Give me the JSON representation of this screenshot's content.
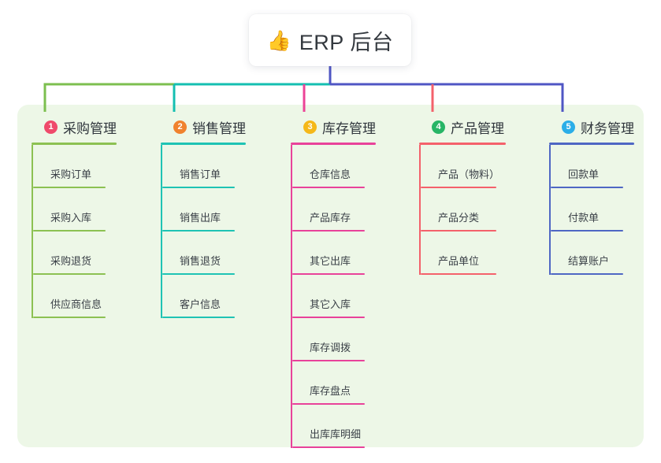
{
  "root": {
    "icon": "thumbs-up-emoji",
    "icon_glyph": "👍",
    "title": "ERP 后台"
  },
  "canvas": {
    "background_color": "#edf7e7"
  },
  "connector": {
    "stem_color": "#4f56c4",
    "bus_segments": [
      {
        "color": "#7cbf4f"
      },
      {
        "color": "#14bfb1"
      },
      {
        "color": "#4f56c4"
      }
    ]
  },
  "columns": [
    {
      "number": "1",
      "title": "采购管理",
      "badge_color": "#ef4a6b",
      "line_color": "#8cc152",
      "drop_color": "#7cbf4f",
      "items": [
        {
          "label": "采购订单"
        },
        {
          "label": "采购入库"
        },
        {
          "label": "采购退货"
        },
        {
          "label": "供应商信息"
        }
      ]
    },
    {
      "number": "2",
      "title": "销售管理",
      "badge_color": "#f0822e",
      "line_color": "#1fc3b4",
      "drop_color": "#14bfb1",
      "items": [
        {
          "label": "销售订单"
        },
        {
          "label": "销售出库"
        },
        {
          "label": "销售退货"
        },
        {
          "label": "客户信息"
        }
      ]
    },
    {
      "number": "3",
      "title": "库存管理",
      "badge_color": "#f5b819",
      "line_color": "#e8429a",
      "drop_color": "#ec4397",
      "items": [
        {
          "label": "仓库信息"
        },
        {
          "label": "产品库存"
        },
        {
          "label": "其它出库"
        },
        {
          "label": "其它入库"
        },
        {
          "label": "库存调拨"
        },
        {
          "label": "库存盘点"
        },
        {
          "label": "出库库明细"
        }
      ]
    },
    {
      "number": "4",
      "title": "产品管理",
      "badge_color": "#27b566",
      "line_color": "#f4616b",
      "drop_color": "#f4616b",
      "items": [
        {
          "label": "产品（物料）"
        },
        {
          "label": "产品分类"
        },
        {
          "label": "产品单位"
        }
      ]
    },
    {
      "number": "5",
      "title": "财务管理",
      "badge_color": "#2baee8",
      "line_color": "#4f67c4",
      "drop_color": "#4f56c4",
      "items": [
        {
          "label": "回款单"
        },
        {
          "label": "付款单"
        },
        {
          "label": "结算账户"
        }
      ]
    }
  ]
}
